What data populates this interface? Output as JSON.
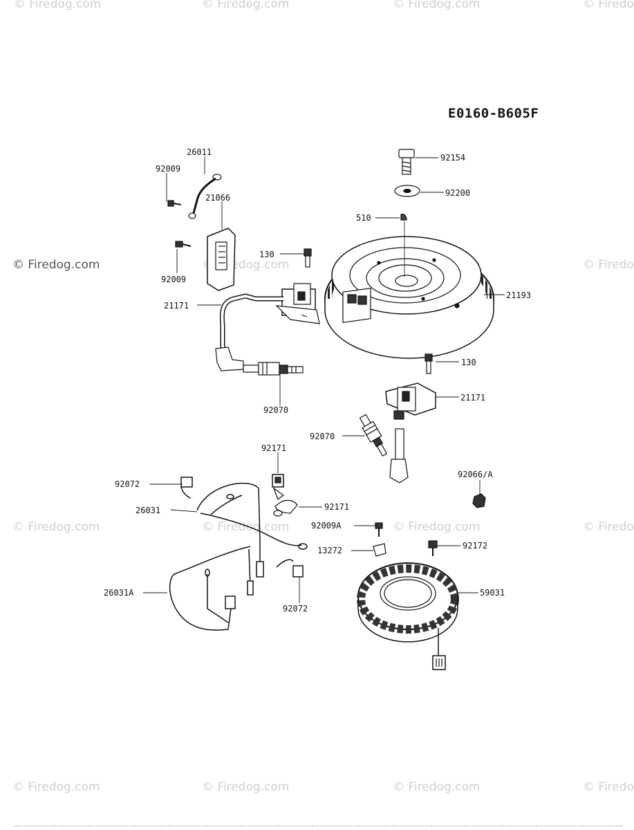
{
  "diagram_code": "E0160-B605F",
  "watermark": "© Firedog.com",
  "watermark_short": "© Firedo",
  "labels": {
    "p26011": "26011",
    "p92009_top": "92009",
    "p21066": "21066",
    "p92009_bottom": "92009",
    "p130_top": "130",
    "p21171_left": "21171",
    "p92070_left": "92070",
    "p92154": "92154",
    "p92200": "92200",
    "p510": "510",
    "p21193": "21193",
    "p130_right": "130",
    "p21171_right": "21171",
    "p92070_right": "92070",
    "p92066": "92066/A",
    "p92171_top": "92171",
    "p92171_bottom": "92171",
    "p92072_top": "92072",
    "p26031": "26031",
    "p92009A": "92009A",
    "p13272": "13272",
    "p92172": "92172",
    "p59031": "59031",
    "p26031A": "26031A",
    "p92072_bottom": "92072"
  }
}
